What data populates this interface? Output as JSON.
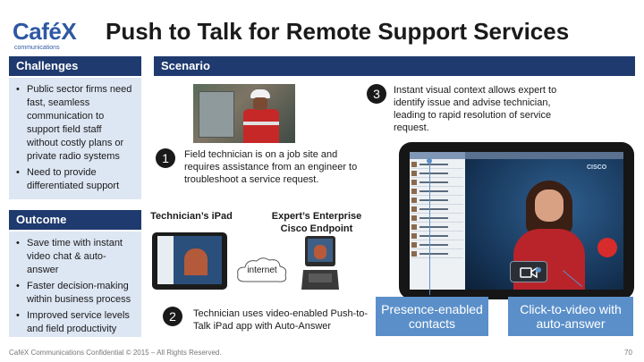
{
  "logo": {
    "word": "Café",
    "x": "X",
    "sub": "communications"
  },
  "title": "Push to Talk for Remote Support Services",
  "challenges": {
    "header": "Challenges",
    "items": [
      "Public sector firms need fast, seamless communication to support field staff without costly plans or private radio systems",
      "Need to provide differentiated support"
    ]
  },
  "outcome": {
    "header": "Outcome",
    "items": [
      "Save time with instant video chat & auto-answer",
      "Faster decision-making within business process",
      "Improved service levels and field productivity"
    ]
  },
  "scenario": {
    "header": "Scenario",
    "step1": {
      "num": "1",
      "text": "Field technician is on a job site and requires assistance from an engineer to troubleshoot a service request."
    },
    "step2": {
      "num": "2",
      "text": "Technician uses video-enabled Push-to-Talk iPad app with Auto-Answer"
    },
    "step3": {
      "num": "3",
      "text": "Instant visual context allows expert to identify issue and advise technician, leading to rapid resolution of service request."
    },
    "tech_ipad_label": "Technician’s iPad",
    "expert_label": "Expert’s Enterprise Cisco Endpoint",
    "internet": "internet",
    "ipad_brand": "CISCO"
  },
  "callouts": {
    "presence": "Presence-enabled contacts",
    "click_video": "Click-to-video with auto-answer"
  },
  "footer": "CaféX Communications Confidential © 2015 – All Rights Reserved.",
  "page_number": "70",
  "colors": {
    "header_bg": "#1f3a6e",
    "panel_bg": "#dde6f3",
    "callout_bg": "#5b8fc9",
    "logo": "#2f58a3"
  },
  "icons": [
    "video-camera-icon",
    "cloud-icon"
  ]
}
